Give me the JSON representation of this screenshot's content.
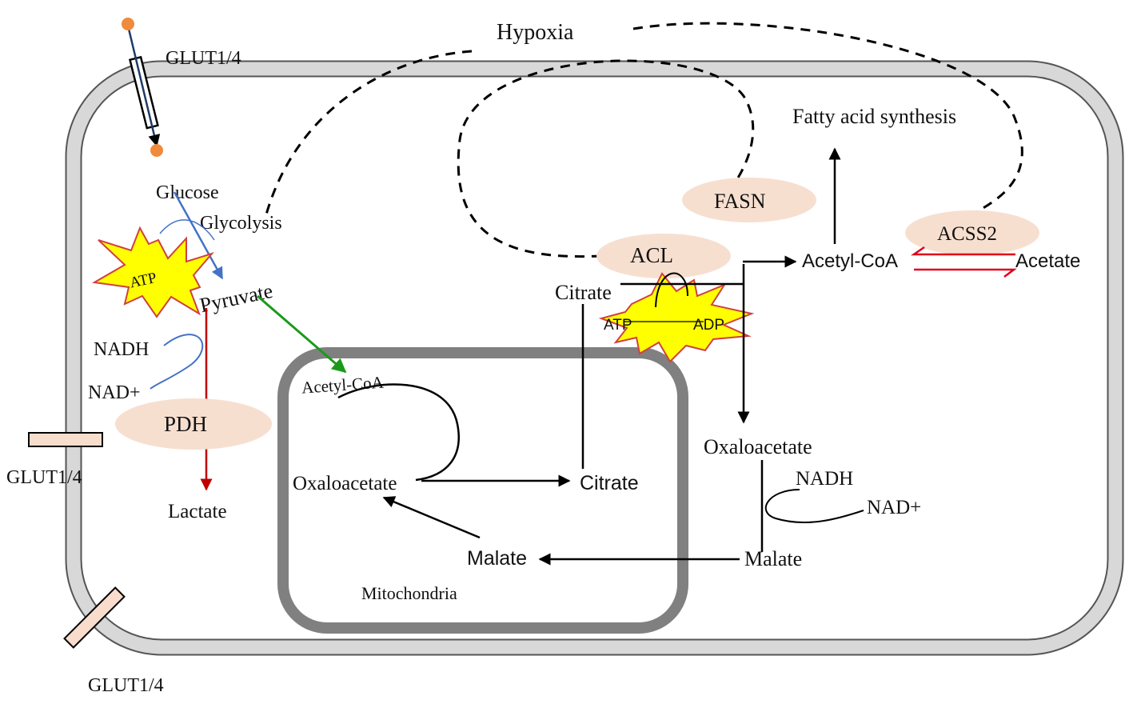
{
  "hypoxia": "Hypoxia",
  "transporters": {
    "top": "GLUT1/4",
    "left": "GLUT1/4",
    "bottom": "GLUT1/4"
  },
  "cytosol": {
    "glucose": "Glucose",
    "glycolysis": "Glycolysis",
    "atp_burst": "ATP",
    "pyruvate": "Pyruvate",
    "nadh": "NADH",
    "nad_plus": "NAD+",
    "pdh": "PDH",
    "lactate": "Lactate",
    "acl": "ACL",
    "fasn": "FASN",
    "citrate": "Citrate",
    "atp": "ATP",
    "adp": "ADP",
    "acetyl_coa": "Acetyl-CoA",
    "acetate": "Acetate",
    "acss2": "ACSS2",
    "fatty_acid_synthesis": "Fatty acid synthesis",
    "oxaloacetate": "Oxaloacetate",
    "nadh_2": "NADH",
    "nad_plus_2": "NAD+",
    "malate": "Malate"
  },
  "mitochondria": {
    "label": "Mitochondria",
    "acetyl_coa": "Acetyl-CoA",
    "oxaloacetate": "Oxaloacetate",
    "citrate": "Citrate",
    "malate": "Malate"
  },
  "colors": {
    "glycolysis_arrow": "#4472c4",
    "pyruvate_to_mito": "#1a9a1a",
    "lactate_arrow": "#c00000",
    "acetate_arrows": "#e0001a",
    "burst_fill": "#ffff00",
    "burst_stroke": "#d04040",
    "enzyme_fill": "#f7dfd0",
    "cell_membrane": "#d6d6d6",
    "mito_membrane": "#808080",
    "glucose_dot": "#f08a3c"
  }
}
